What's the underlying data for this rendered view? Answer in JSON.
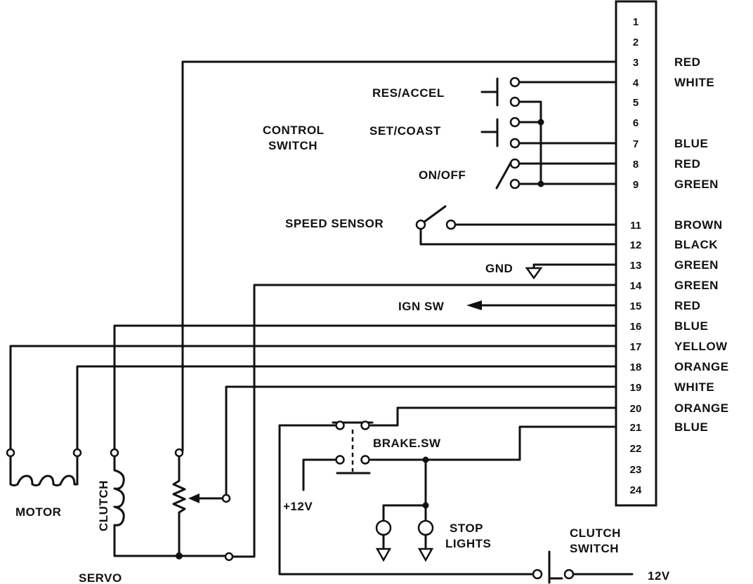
{
  "connector": {
    "pins": [
      "1",
      "2",
      "3",
      "4",
      "5",
      "6",
      "7",
      "8",
      "9",
      "11",
      "12",
      "13",
      "14",
      "15",
      "16",
      "17",
      "18",
      "19",
      "20",
      "21",
      "22",
      "23",
      "24"
    ],
    "colors": [
      {
        "pin": "3",
        "color": "RED"
      },
      {
        "pin": "4",
        "color": "WHITE"
      },
      {
        "pin": "7",
        "color": "BLUE"
      },
      {
        "pin": "8",
        "color": "RED"
      },
      {
        "pin": "9",
        "color": "GREEN"
      },
      {
        "pin": "11",
        "color": "BROWN"
      },
      {
        "pin": "12",
        "color": "BLACK"
      },
      {
        "pin": "13",
        "color": "GREEN"
      },
      {
        "pin": "14",
        "color": "GREEN"
      },
      {
        "pin": "15",
        "color": "RED"
      },
      {
        "pin": "16",
        "color": "BLUE"
      },
      {
        "pin": "17",
        "color": "YELLOW"
      },
      {
        "pin": "18",
        "color": "ORANGE"
      },
      {
        "pin": "19",
        "color": "WHITE"
      },
      {
        "pin": "20",
        "color": "ORANGE"
      },
      {
        "pin": "21",
        "color": "BLUE"
      }
    ]
  },
  "labels": {
    "res_accel": "RES/ACCEL",
    "set_coast": "SET/COAST",
    "control_switch_1": "CONTROL",
    "control_switch_2": "SWITCH",
    "on_off": "ON/OFF",
    "speed_sensor": "SPEED SENSOR",
    "gnd": "GND",
    "ign_sw": "IGN SW",
    "brake_sw": "BRAKE.SW",
    "plus12v": "+12V",
    "stop_lights_1": "STOP",
    "stop_lights_2": "LIGHTS",
    "clutch_switch_1": "CLUTCH",
    "clutch_switch_2": "SWITCH",
    "v12": "12V",
    "motor": "MOTOR",
    "clutch": "CLUTCH",
    "servo": "SERVO"
  }
}
